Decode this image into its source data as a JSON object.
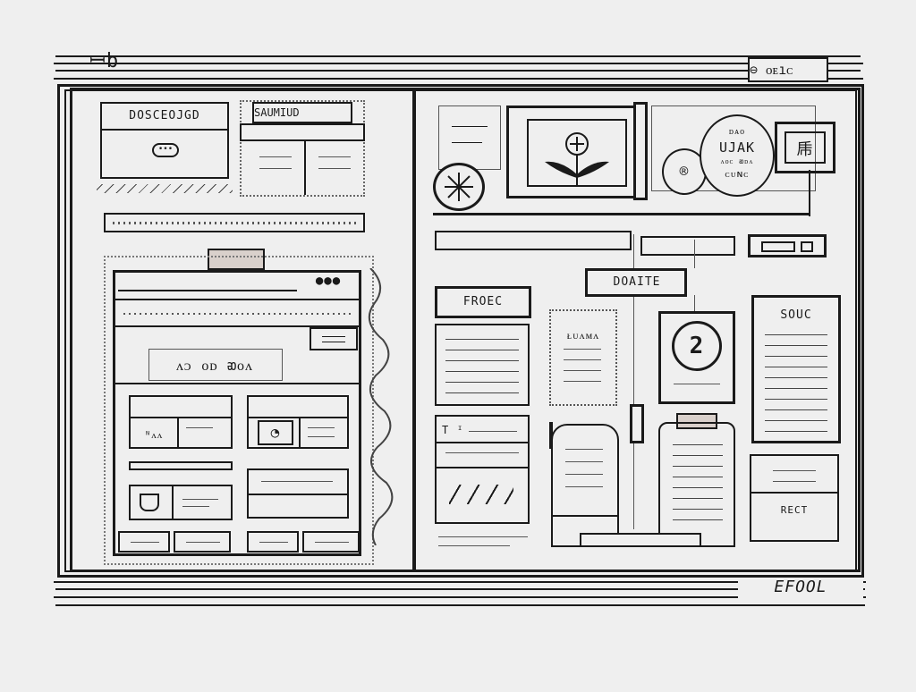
{
  "window": {
    "corner_mark": "ꟷb",
    "corner_badge": "⊖ ᴏᴇıᴄ",
    "footer_scribble": "EFOOL"
  },
  "left_panel": {
    "card_title": "DOSCEOJGD",
    "card_dots": "•••",
    "tab_label": "SAUMIUD",
    "inner_window_dots": "●●●",
    "inner_scribble": "ᴧᴐ ᴏᴅ ᴔᴏᴧ",
    "cell_a_label": "ᴺᴧᴧ",
    "cell_b_icon": "◔"
  },
  "right_panel": {
    "banner_circle_text": [
      "ᴅᴀᴏ",
      "UJAK",
      "ᴧᴏᴄ ᴔᴅᴧ",
      "ᴄᴜɴᴄ"
    ],
    "square_glyph": "乕",
    "donate_label": "DOAITE",
    "froc_label": "FROEC",
    "scroll_label": "ᴌᴜᴧᴍᴧ",
    "tx_label": "T ᴵ",
    "badge_number": "2",
    "soic_label": "SOUC",
    "recti_label": "RECT"
  },
  "icons": {
    "plant": "plant-icon",
    "wheel": "wheel-icon",
    "seal": "seal-icon"
  }
}
